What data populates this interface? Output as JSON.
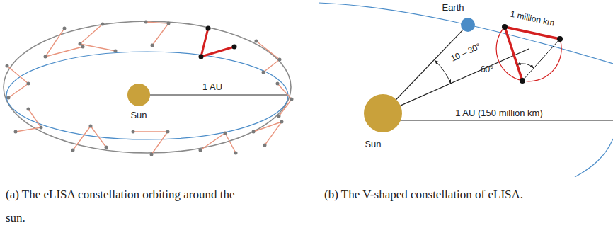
{
  "diagram": {
    "labels": [
      "Sun",
      "1 AU",
      "Earth",
      "1 million km",
      "10 – 30°",
      "60°",
      "1 AU (150 million km)",
      "Sun",
      "(a) The eLISA constellation orbiting around the sun.",
      "(b) The V-shaped constellation of eLISA."
    ]
  }
}
